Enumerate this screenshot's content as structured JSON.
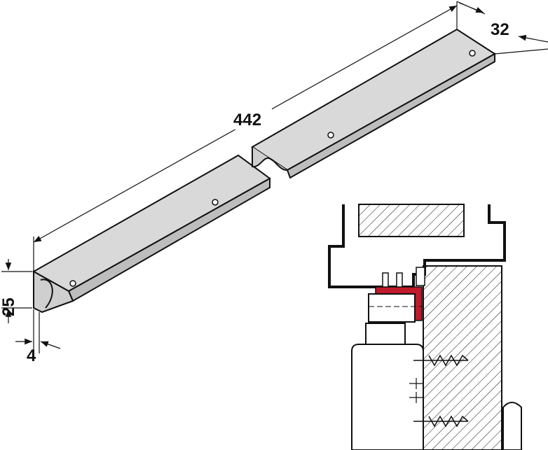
{
  "dimensions": {
    "length": "442",
    "width": "32",
    "height": "25",
    "thickness": "4"
  },
  "colors": {
    "part_fill": "#d9d9d9",
    "part_stroke": "#111111",
    "highlight": "#c01a2c",
    "line": "#111111",
    "background": "#ffffff"
  }
}
